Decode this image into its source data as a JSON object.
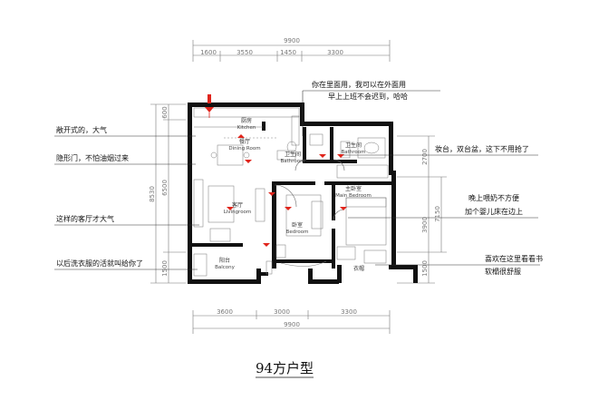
{
  "dimensions": {
    "top_total": "9900",
    "top_segments": [
      "1600",
      "3550",
      "1450",
      "3300"
    ],
    "bottom_total": "9900",
    "bottom_segments": [
      "3600",
      "3000",
      "3300"
    ],
    "left_outer": "8530",
    "left_inner": "6500",
    "left_top": "600",
    "left_bottom": "1500",
    "right_top": "2700",
    "right_mid": "7150",
    "right_low": "3900",
    "right_bottom": "1500"
  },
  "rooms": {
    "kitchen": {
      "cn": "厨房",
      "en": "Kitchen"
    },
    "dining": {
      "cn": "餐厅",
      "en": "Dining Room"
    },
    "bathroom1": {
      "cn": "卫生间",
      "en": "Bathroom"
    },
    "bathroom2": {
      "cn": "卫生间",
      "en": "Bathroom"
    },
    "living": {
      "cn": "客厅",
      "en": "Livingroom"
    },
    "bedroom": {
      "cn": "卧室",
      "en": "Bedroom"
    },
    "main_bedroom": {
      "cn": "主卧室",
      "en": "Main Bedroom"
    },
    "balcony": {
      "cn": "阳台",
      "en": "Balcony"
    },
    "cloakroom": {
      "cn": "衣帽",
      "en": ""
    }
  },
  "annotations": {
    "left": [
      "敞开式的，大气",
      "隐形门，不怕油烟过来",
      "这样的客厅才大气",
      "以后洗衣服的活就叫给你了"
    ],
    "top": [
      "你在里面用，我可以在外面用",
      "早上上班不会迟到，哈哈"
    ],
    "right": [
      "妆台，双台盆，这下不用抢了",
      "晚上喂奶不方便",
      "加个婴儿床在边上",
      "喜欢在这里看看书",
      "软榻很舒服"
    ]
  },
  "plan_title": "94方户型",
  "colors": {
    "wall": "#111111",
    "accent": "#e0241b"
  }
}
